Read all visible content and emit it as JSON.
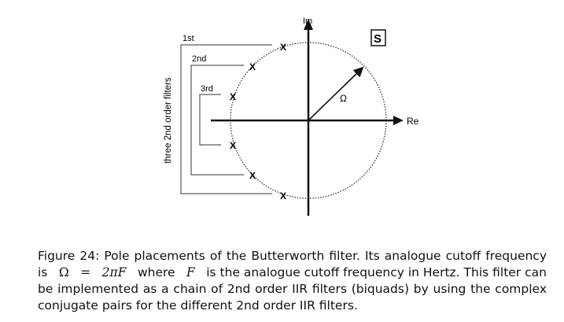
{
  "figure": {
    "axis_labels": {
      "im": "Im",
      "re": "Re"
    },
    "plane_label": "S",
    "radius_label": "Ω",
    "bracket_labels": [
      "1st",
      "2nd",
      "3rd"
    ],
    "side_label": "three 2nd order filters",
    "pole_marker": "X"
  },
  "caption": {
    "line1": "Figure 24:  Pole placements of the Butterworth filter.  Its analogue cutoff frequency",
    "line2_a": "is",
    "line2_math1": "Ω",
    "line2_eq": "=",
    "line2_math2": "2πF",
    "line2_b": "where",
    "line2_math3": "F",
    "line2_c": "is the analogue cutoff frequency in Hertz.  This filter can",
    "line3": "be implemented as a chain of 2nd order IIR filters (biquads) by using the complex",
    "line4": "conjugate pairs for the different 2nd order IIR filters."
  }
}
